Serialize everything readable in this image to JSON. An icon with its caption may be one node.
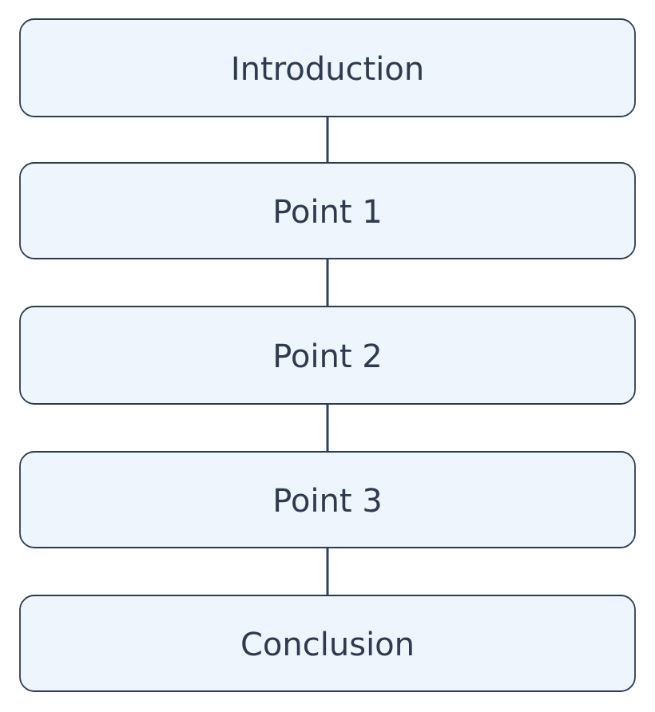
{
  "diagram": {
    "nodes": [
      {
        "text": [
          "Introduction"
        ]
      },
      {
        "text": [
          "Point 1"
        ]
      },
      {
        "text": [
          "Point 2"
        ]
      },
      {
        "text": [
          "Point 3"
        ]
      },
      {
        "text": [
          "Conclusion"
        ]
      }
    ],
    "edges": [
      {
        "from": 0,
        "to": 1,
        "arrow": "none"
      },
      {
        "from": 1,
        "to": 2,
        "arrow": "none"
      },
      {
        "from": 2,
        "to": 3,
        "arrow": "none"
      },
      {
        "from": 3,
        "to": 4,
        "arrow": "none"
      }
    ]
  }
}
